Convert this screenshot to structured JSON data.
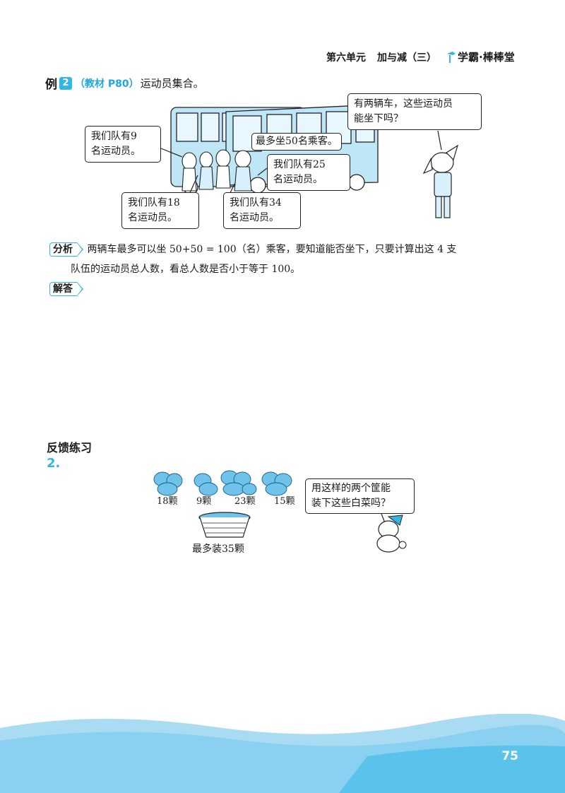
{
  "header": {
    "unit": "第六单元",
    "topic": "加与减（三）",
    "brand": "学霸·棒棒堂"
  },
  "example": {
    "prefix": "例",
    "number": "2",
    "ref": "（教材 P80）",
    "title": "运动员集合。"
  },
  "scene": {
    "bubble_team9": [
      "我们队有9",
      "名运动员。"
    ],
    "bubble_team18": [
      "我们队有18",
      "名运动员。"
    ],
    "bubble_team34": [
      "我们队有34",
      "名运动员。"
    ],
    "bubble_team25": [
      "我们队有25",
      "名运动员。"
    ],
    "bubble_bus": "最多坐50名乘客。",
    "bubble_dog": [
      "有两辆车，这些运动员",
      "能坐下吗？"
    ]
  },
  "analysis": {
    "tag": "分析",
    "line1": "两辆车最多可以坐 50+50 = 100（名）乘客，要知道能否坐下，只要计算出这 4 支",
    "line2": "队伍的运动员总人数，看总人数是否小于等于 100。"
  },
  "answer": {
    "tag": "解答"
  },
  "feedback": {
    "title": "反馈练习",
    "number": "2."
  },
  "exercise": {
    "cabbage_labels": [
      "18颗",
      "9颗",
      "23颗",
      "15颗"
    ],
    "basket_label": "最多装35颗",
    "question": [
      "用这样的两个筐能",
      "装下这些白菜吗？"
    ]
  },
  "page_number": "75",
  "colors": {
    "accent": "#33b5e5",
    "footer_wave": "#a9dbf3",
    "footer_band": "#5bc2ec",
    "cabbage": "#6fc3ea"
  }
}
